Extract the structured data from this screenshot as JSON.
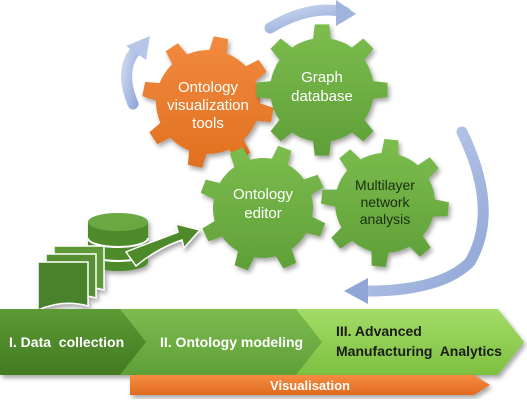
{
  "gears": {
    "orange": {
      "lines": [
        "Ontology",
        "visualization",
        "tools"
      ]
    },
    "graph_db": {
      "lines": [
        "Graph",
        "database"
      ]
    },
    "editor": {
      "lines": [
        "Ontology",
        "editor"
      ]
    },
    "network": {
      "lines": [
        "Multilayer",
        "network",
        "analysis"
      ]
    }
  },
  "stages": [
    {
      "lines": [
        "I. Data  collection"
      ]
    },
    {
      "lines": [
        "II. Ontology modeling"
      ]
    },
    {
      "lines": [
        "III. Advanced",
        "Manufacturing  Analytics"
      ]
    }
  ],
  "visualisation_label": "Visualisation",
  "colors": {
    "orange_gear": "#ed7d31",
    "green_gear": "#70ad47",
    "green_gear_dark": "#5a9a35",
    "database_green": "#4f8a2a",
    "stage1": "#4e8a2c",
    "stage2": "#6fae44",
    "stage3": "#8fd14f",
    "visualisation_bar": "#f07c30",
    "cycle_arrow": "#9fb3dc"
  }
}
